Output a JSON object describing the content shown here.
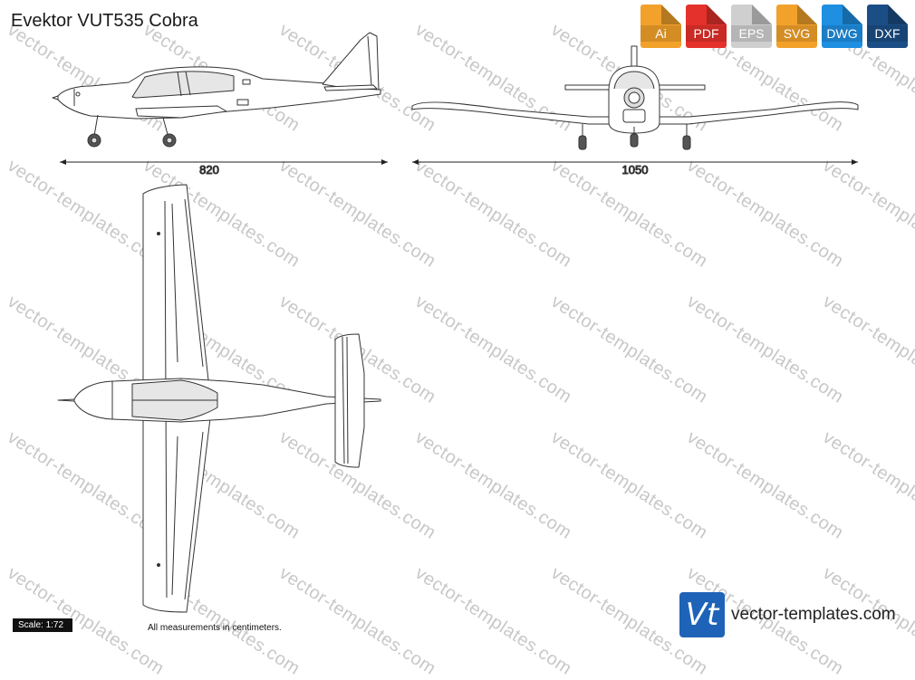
{
  "title": "Evektor VUT535 Cobra",
  "watermark_text": "vector-templates.com",
  "formats": [
    {
      "label": "Ai",
      "color": "#f2a12b"
    },
    {
      "label": "PDF",
      "color": "#e4312b"
    },
    {
      "label": "EPS",
      "color": "#cfcfcf"
    },
    {
      "label": "SVG",
      "color": "#f2a12b"
    },
    {
      "label": "DWG",
      "color": "#1e8fe1"
    },
    {
      "label": "DXF",
      "color": "#1c4e86"
    }
  ],
  "dimensions": {
    "side_length": "820",
    "front_span": "1050"
  },
  "scale_label": "Scale: 1:72",
  "note": "All measurements in centimeters.",
  "brand": {
    "logo": "Vt",
    "text": "vector-templates.com",
    "color": "#1e63b8"
  }
}
